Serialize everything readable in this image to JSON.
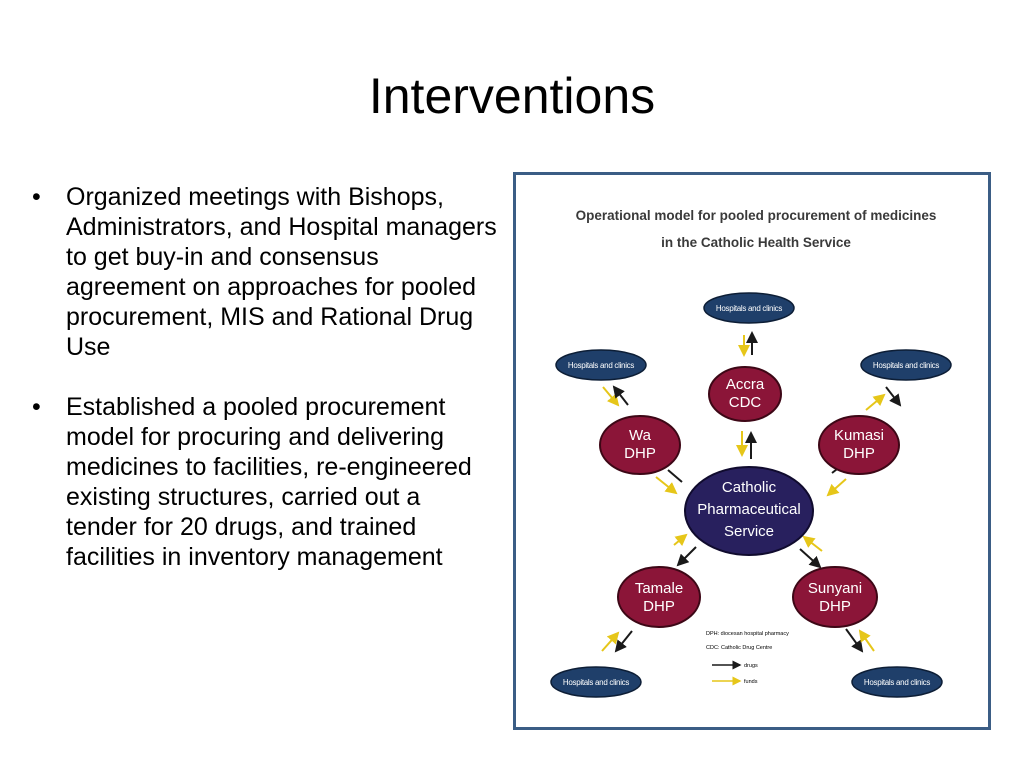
{
  "slide": {
    "title": "Interventions",
    "bullets": [
      "Organized meetings with Bishops, Administrators, and Hospital managers to get buy-in and consensus agreement on approaches for pooled procurement, MIS and Rational Drug Use",
      "Established a pooled procurement model for procuring and delivering medicines to facilities, re-engineered existing structures, carried out a tender for 20 drugs, and trained facilities in inventory management"
    ],
    "bullet_glyph": "•"
  },
  "diagram": {
    "title_line1": "Operational model for pooled procurement of medicines",
    "title_line2": "in the Catholic Health Service",
    "center": {
      "line1": "Catholic",
      "line2": "Pharmaceutical",
      "line3": "Service"
    },
    "nodes": [
      {
        "id": "accra",
        "line1": "Accra",
        "line2": "CDC"
      },
      {
        "id": "wa",
        "line1": "Wa",
        "line2": "DHP"
      },
      {
        "id": "kumasi",
        "line1": "Kumasi",
        "line2": "DHP"
      },
      {
        "id": "tamale",
        "line1": "Tamale",
        "line2": "DHP"
      },
      {
        "id": "sunyani",
        "line1": "Sunyani",
        "line2": "DHP"
      }
    ],
    "hospitals_label": "Hospitals and clinics",
    "legend": {
      "dhp_note": "DPH: diocesan hospital pharmacy",
      "cdc_note": "CDC: Catholic Drug Centre",
      "drugs_label": "drugs",
      "funds_label": "funds"
    },
    "colors": {
      "frame_border": "#3b5d85",
      "node_fill": "#8b1538",
      "center_fill": "#28205e",
      "hospital_fill": "#1f3f6a",
      "drugs_arrow": "#1a1a1a",
      "funds_arrow": "#e6c619"
    }
  }
}
